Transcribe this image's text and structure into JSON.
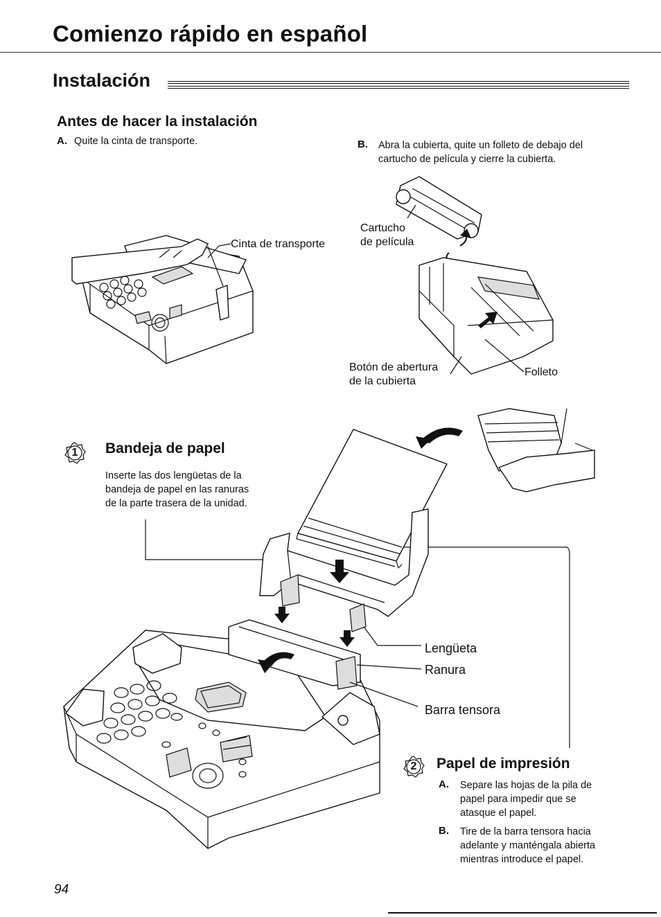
{
  "page_title": "Comienzo rápido en español",
  "section_title": "Instalación",
  "subsection_title": "Antes de hacer la instalación",
  "step_a": {
    "letter": "A.",
    "text": "Quite la cinta de transporte."
  },
  "step_b": {
    "letter": "B.",
    "line1": "Abra la cubierta, quite un folleto de debajo del",
    "line2": "cartucho de película y cierre la cubierta."
  },
  "labels": {
    "cinta": "Cinta de transporte",
    "cartucho_1": "Cartucho",
    "cartucho_2": "de película",
    "boton_1": "Botón de abertura",
    "boton_2": "de la cubierta",
    "folleto": "Folleto",
    "lengueta": "Lengüeta",
    "ranura": "Ranura",
    "barra": "Barra tensora"
  },
  "bandeja": {
    "number": "1",
    "title": "Bandeja de papel",
    "line1": "Inserte las dos lengüetas de la",
    "line2": "bandeja de papel en las ranuras",
    "line3": "de la parte trasera de la unidad."
  },
  "papel": {
    "number": "2",
    "title": "Papel de impresión",
    "a_letter": "A.",
    "a_line1": "Separe las hojas de la pila de",
    "a_line2": "papel para impedir que se",
    "a_line3": "atasque el papel.",
    "b_letter": "B.",
    "b_line1": "Tire de la barra tensora hacia",
    "b_line2": "adelante y manténgala abierta",
    "b_line3": "mientras introduce el papel."
  },
  "page_number": "94"
}
